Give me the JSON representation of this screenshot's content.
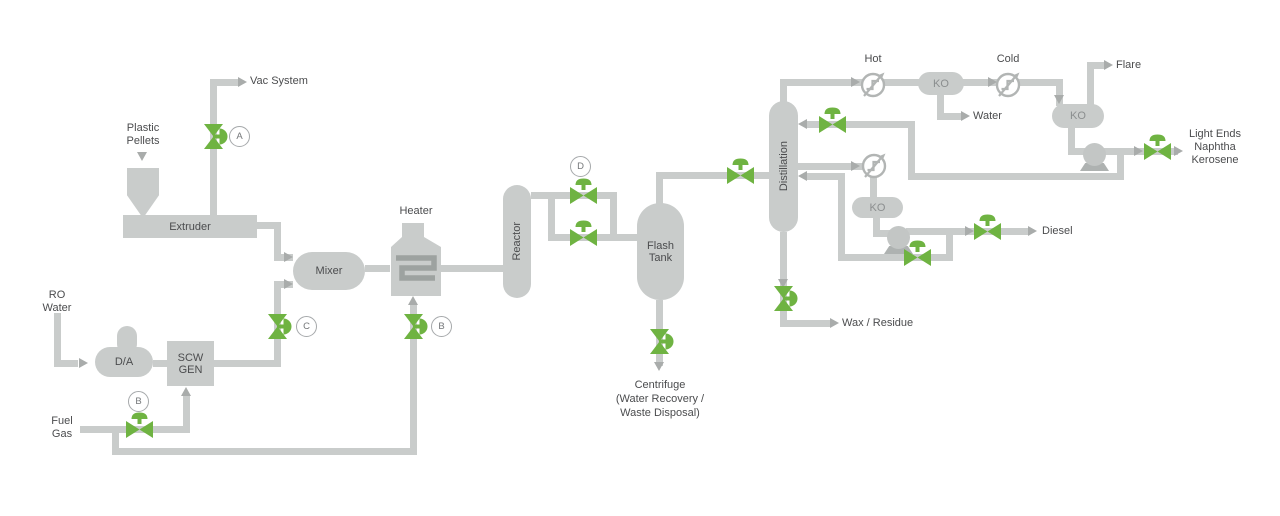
{
  "colors": {
    "valve_green": "#6fb342",
    "pipe_gray": "#c9cccb",
    "arrow_gray": "#a9acab",
    "text_gray": "#4b4c4e",
    "drum_text_gray": "#8b8e8f"
  },
  "labels": {
    "vac_system": "Vac System",
    "plastic_pellets": [
      "Plastic",
      "Pellets"
    ],
    "extruder": "Extruder",
    "ro_water": [
      "RO",
      "Water"
    ],
    "deaerator": "D/A",
    "scw_gen": [
      "SCW",
      "GEN"
    ],
    "fuel_gas": [
      "Fuel",
      "Gas"
    ],
    "mixer": "Mixer",
    "heater": "Heater",
    "reactor": "Reactor",
    "flash_tank": [
      "Flash",
      "Tank"
    ],
    "centrifuge": [
      "Centrifuge",
      "(Water Recovery /",
      "Waste Disposal)"
    ],
    "distillation": "Distillation",
    "hot_exchanger": "Hot",
    "cold_exchanger": "Cold",
    "ko_drum": "KO",
    "flare": "Flare",
    "water": "Water",
    "light_ends": [
      "Light Ends",
      "Naphtha",
      "Kerosene"
    ],
    "diesel": "Diesel",
    "wax_residue": "Wax / Residue",
    "valve_tags": {
      "a": "A",
      "b": "B",
      "c": "C",
      "d": "D"
    }
  }
}
